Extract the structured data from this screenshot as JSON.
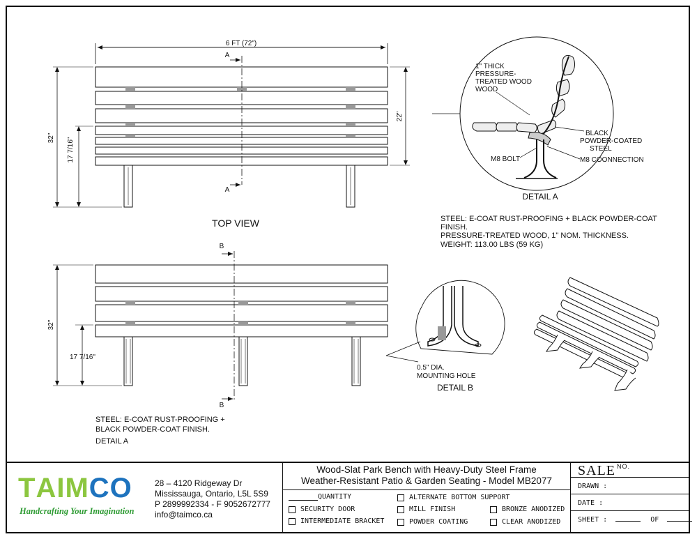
{
  "drawing": {
    "top_view": {
      "width_label": "6 FT (72\")",
      "height_label": "32\"",
      "seat_height_label": "17 7/16\"",
      "back_height_label": "22\"",
      "section_label": "A",
      "title": "TOP VIEW"
    },
    "front_view": {
      "height_label": "32\"",
      "seat_height_label": "17 7/16\"",
      "section_label": "B",
      "note_line1": "STEEL: E-COAT RUST-PROOFING +",
      "note_line2": "BLACK POWDER-COAT FINISH.",
      "note_line3": "DETAIL A"
    },
    "detail_a": {
      "callout_wood": [
        "1\" THICK",
        "PRESSURE-",
        "TREATED WOOD",
        "WOOD"
      ],
      "callout_steel": [
        "BLACK",
        "POWDER-COATED",
        "STEEL"
      ],
      "callout_bolt": "M8 BOLT",
      "callout_connection": "M8 COONNECTION",
      "title": "DETAIL A"
    },
    "specs": [
      "STEEL: E-COAT RUST-PROOFING + BLACK POWDER-COAT",
      "FINISH.",
      "PRESSURE-TREATED WOOD, 1\" NOM. THICKNESS.",
      "WEIGHT: 113.00 LBS (59 KG)"
    ],
    "detail_b": {
      "callout_hole_line1": "0.5\" DIA.",
      "callout_hole_line2": "MOUNTING HOLE",
      "title": "DETAIL B"
    }
  },
  "title_block": {
    "logo": {
      "word": "TAIMCO",
      "tagline": "Handcrafting Your Imagination",
      "colors": {
        "green": "#8cc63f",
        "blue": "#1e73be",
        "tagline": "#2e9b33"
      }
    },
    "address": [
      "28 – 4120 Ridgeway Dr",
      "Mississauga, Ontario, L5L 5S9",
      "P 2899992334 - F 9052672777",
      "info@taimco.ca"
    ],
    "product_title_line1": "Wood-Slat Park Bench with Heavy-Duty Steel Frame",
    "product_title_line2": "Weather-Resistant Patio & Garden Seating - Model MB2077",
    "quantity_label": "QUANTITY",
    "options": {
      "security_door": "SECURITY DOOR",
      "intermediate_bracket": "INTERMEDIATE BRACKET",
      "alternate_bottom_support": "ALTERNATE BOTTOM SUPPORT",
      "mill_finish": "MILL FINISH",
      "powder_coating": "POWDER COATING",
      "bronze_anodized": "BRONZE ANODIZED",
      "clear_anodized": "CLEAR ANODIZED"
    },
    "sale_label": "SALE",
    "sale_no_label": "NO.",
    "drawn_label": "DRAWN :",
    "date_label": "DATE :",
    "sheet_label": "SHEET :",
    "of_label": "OF"
  }
}
